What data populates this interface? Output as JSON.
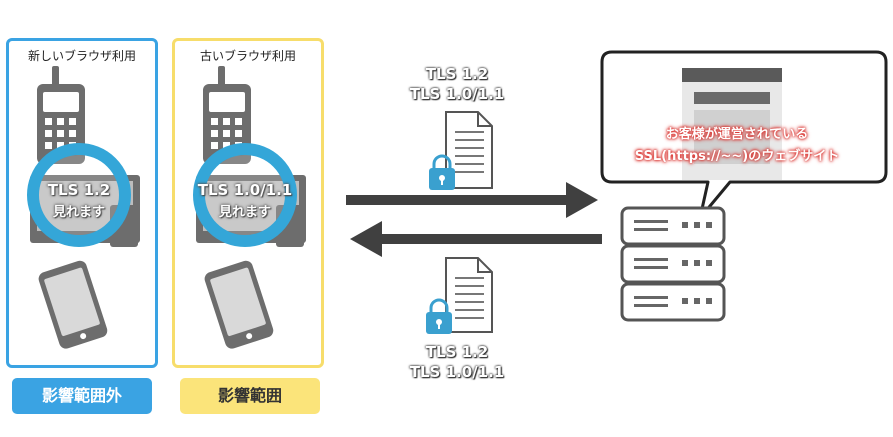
{
  "panels": {
    "new_browser": {
      "title": "新しいブラウザ利用",
      "badge_line1": "TLS 1.2",
      "badge_line2": "見れます",
      "label": "影響範囲外"
    },
    "old_browser": {
      "title": "古いブラウザ利用",
      "badge_line1": "TLS 1.0/1.1",
      "badge_line2": "見れます",
      "label": "影響範囲"
    }
  },
  "request": {
    "line1": "TLS 1.2",
    "line2": "TLS 1.0/1.1"
  },
  "response": {
    "line1": "TLS 1.2",
    "line2": "TLS 1.0/1.1"
  },
  "server_bubble": {
    "line1": "お客様が運営されている",
    "line2": "SSL(https://~~)のウェブサイト"
  },
  "colors": {
    "new_border": "#3aa3e3",
    "old_border": "#f7dd6b",
    "ring": "#34a6d8",
    "lock": "#3aa0cf",
    "arrow": "#404040",
    "device_gray": "#6d6d6d",
    "bubble_text_glow": "#d9322e"
  },
  "icons": [
    "mobile-phone-icon",
    "desktop-pc-icon",
    "smartphone-icon",
    "document-icon",
    "padlock-icon",
    "server-icon",
    "browser-window-icon",
    "arrow-right-icon",
    "arrow-left-icon"
  ]
}
